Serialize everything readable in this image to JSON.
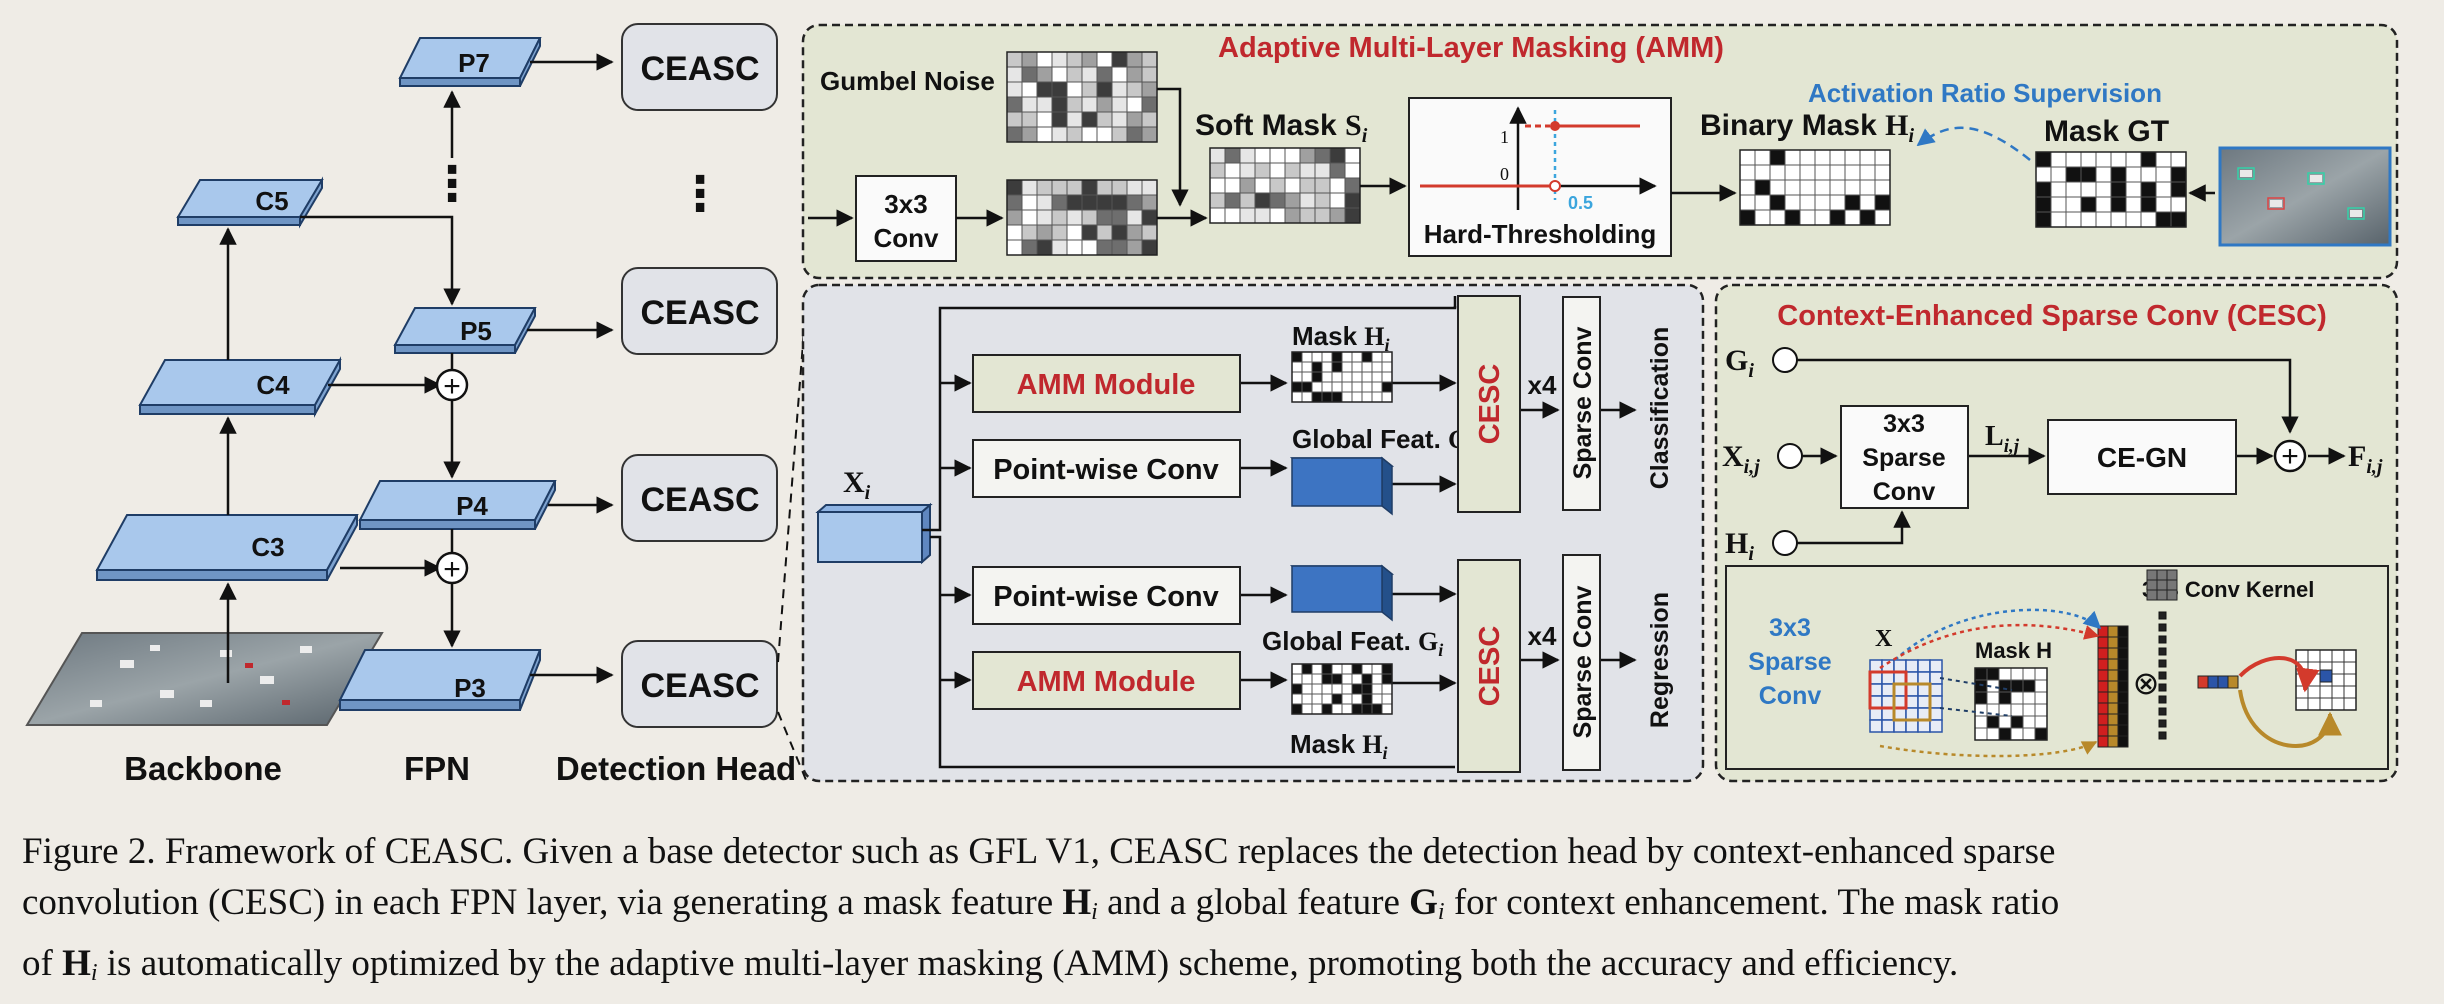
{
  "fpn_column": {
    "backbone_label": "Backbone",
    "fpn_label": "FPN",
    "head_label": "Detection Head",
    "levels": {
      "c3": "C3",
      "c4": "C4",
      "c5": "C5",
      "p3": "P3",
      "p4": "P4",
      "p5": "P5",
      "p7": "P7"
    },
    "head_block": "CEASC",
    "ellipsis": "⋮",
    "plus": "+"
  },
  "amm_panel": {
    "title": "Adaptive Multi-Layer Masking (AMM)",
    "gumbel_noise": "Gumbel Noise",
    "conv_line1": "3x3",
    "conv_line2": "Conv",
    "soft_mask": "Soft Mask",
    "soft_mask_sym": "S",
    "soft_mask_sub": "i",
    "threshold_label": "Hard-Thresholding",
    "tick_one": "1",
    "tick_zero": "0",
    "tick_half": "0.5",
    "binary_mask": "Binary Mask",
    "binary_mask_sym": "H",
    "binary_mask_sub": "i",
    "mask_gt": "Mask GT",
    "supervision": "Activation Ratio Supervision"
  },
  "head_panel": {
    "input_sym": "X",
    "input_sub": "i",
    "amm_module": "AMM Module",
    "pointwise_conv": "Point-wise Conv",
    "mask_label": "Mask",
    "mask_sym": "H",
    "mask_sub": "i",
    "global_feat": "Global Feat.",
    "global_sym": "G",
    "global_sub": "i",
    "cesc": "CESC",
    "repeat": "x4",
    "sparse_conv": "Sparse Conv",
    "classification": "Classification",
    "regression": "Regression"
  },
  "cesc_panel": {
    "title": "Context-Enhanced Sparse Conv (CESC)",
    "in_g": "G",
    "in_g_sub": "i",
    "in_x": "X",
    "in_x_sub": "i,j",
    "in_h": "H",
    "in_h_sub": "i",
    "sparse_line1": "3x3",
    "sparse_line2": "Sparse",
    "sparse_line3": "Conv",
    "l_sym": "L",
    "l_sub": "i,j",
    "cegn": "CE-GN",
    "out_sym": "F",
    "out_sub": "i,j",
    "kernel_label": "3x3 Conv Kernel",
    "detail_line1": "3x3",
    "detail_line2": "Sparse",
    "detail_line3": "Conv",
    "x_label": "X",
    "mask_h_label": "Mask H",
    "otimes": "⊗"
  },
  "caption": {
    "line1": "Figure 2. Framework of CEASC. Given a base detector such as GFL V1, CEASC replaces the detection head by context-enhanced sparse",
    "line2_a": "convolution (CESC) in each FPN layer, via generating a mask feature ",
    "line2_h": "H",
    "line2_hsub": "i",
    "line2_b": " and a global feature ",
    "line2_g": "G",
    "line2_gsub": "i",
    "line2_c": " for context enhancement. The mask ratio",
    "line3_a": "of ",
    "line3_h": "H",
    "line3_hsub": "i",
    "line3_b": " is automatically optimized by the adaptive multi-layer masking (AMM) scheme, promoting both the accuracy and efficiency."
  },
  "colors": {
    "accent_red": "#c0282d",
    "accent_blue": "#2f78c4",
    "panel_green": "#e3e6d3",
    "panel_grey": "#e1e3e8",
    "layer_blue": "#a9c8ec",
    "feature_blue": "#3d74c2"
  }
}
